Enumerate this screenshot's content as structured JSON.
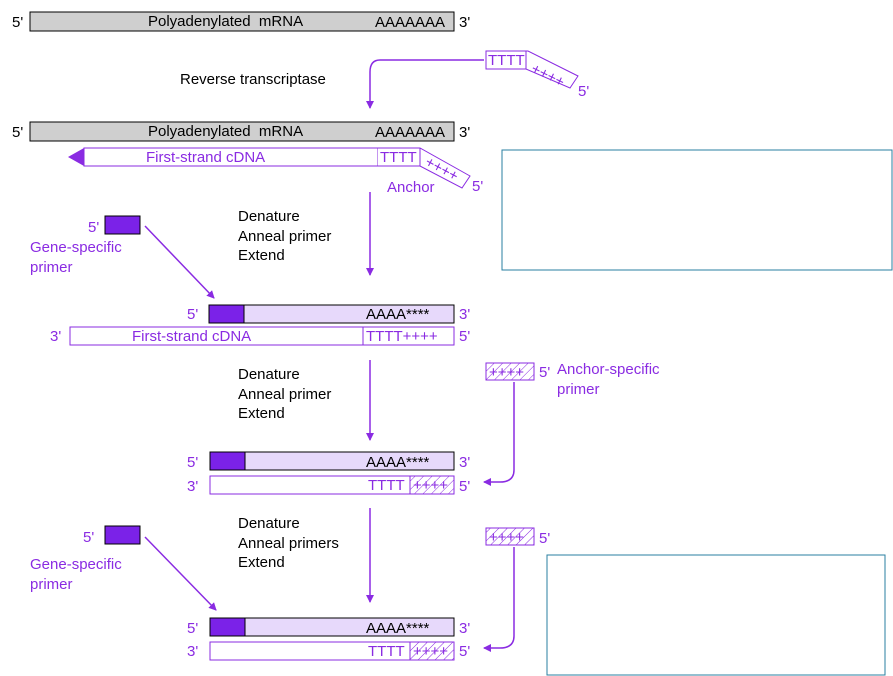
{
  "colors": {
    "accent": "#8a2be2",
    "primer_fill": "#7b22e8",
    "product_fill": "#e7d9fb",
    "mrna_fill": "#cfcfcf",
    "placeholder_border": "#2a7fa0"
  },
  "labels": {
    "five": "5'",
    "three": "3'",
    "mrna": "Polyadenylated  mRNA",
    "polya_long": "AAAAAAA",
    "rt": "Reverse transcriptase",
    "tttt": "TTTT",
    "plus4": "++++",
    "first_strand": "First-strand cDNA",
    "anchor": "Anchor",
    "denature": "Denature",
    "anneal_primer": "Anneal primer",
    "anneal_primers": "Anneal primers",
    "extend": "Extend",
    "gene_specific_1": "Gene-specific",
    "gene_specific_2": "primer",
    "aaaa_star": "AAAA****",
    "tttt_plus": "TTTT++++",
    "anchor_specific_1": "Anchor-specific",
    "anchor_specific_2": "primer"
  }
}
